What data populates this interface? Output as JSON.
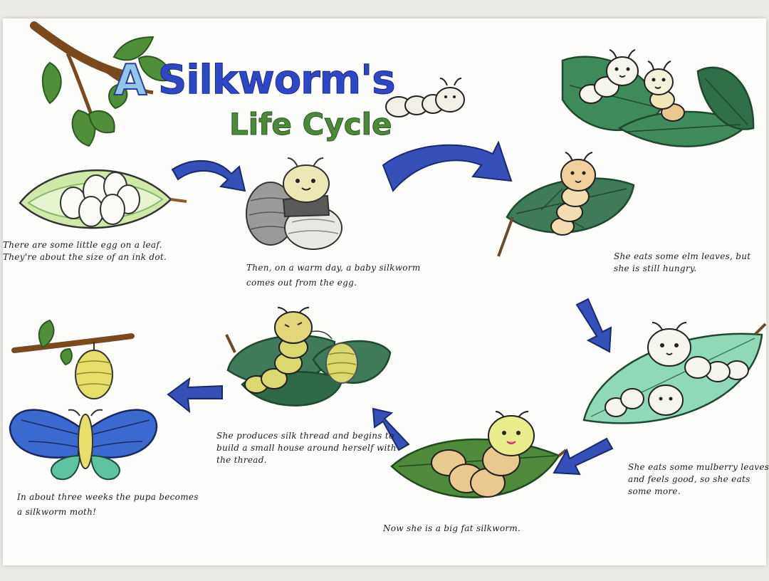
{
  "title": {
    "first_letter": "A",
    "main": "Silkworm's",
    "sub": "Life Cycle"
  },
  "stages": [
    {
      "id": "eggs",
      "lines": [
        "There are some little egg on a leaf.",
        "They're about the size of an ink dot."
      ]
    },
    {
      "id": "hatching",
      "lines": [
        "Then, on a warm day, a baby silkworm",
        "comes out from the egg."
      ]
    },
    {
      "id": "eating-elm",
      "lines": [
        "She eats some elm leaves, but",
        "she is still hungry."
      ]
    },
    {
      "id": "eating-mulberry",
      "lines": [
        "She eats some mulberry leaves",
        "and feels good, so she eats",
        "some more."
      ]
    },
    {
      "id": "big-fat",
      "lines": [
        "Now she is a big fat silkworm."
      ]
    },
    {
      "id": "spinning",
      "lines": [
        "She produces silk thread and begins to",
        "build a small house around herself with",
        "the thread."
      ]
    },
    {
      "id": "moth",
      "lines": [
        "In about three weeks the pupa becomes",
        "a silkworm moth!"
      ]
    }
  ],
  "colors": {
    "arrow": "#3550b8",
    "leaf_dark": "#2f6b4c",
    "leaf_light": "#8fd9b8",
    "worm_white": "#f4f4ec",
    "worm_yellow": "#e8d880",
    "worm_tan": "#eac98e"
  }
}
